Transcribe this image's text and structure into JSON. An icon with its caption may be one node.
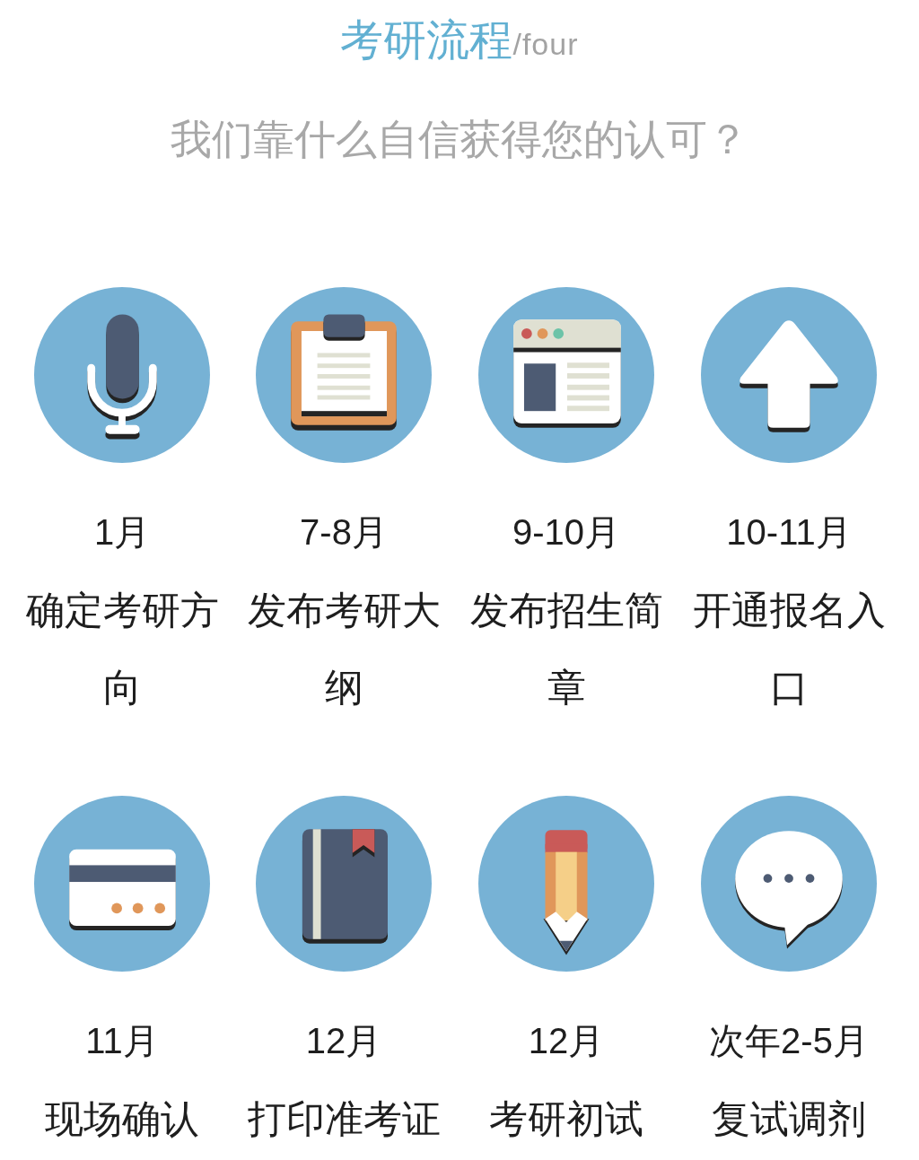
{
  "diagram": {
    "title": "考研流程",
    "labels": [
      "/four",
      "我们靠什么自信获得您的认可？"
    ],
    "nodes": [
      {
        "text": [],
        "shape": "picture",
        "beside": [
          "1月",
          "确定考研方向"
        ]
      },
      {
        "text": [],
        "shape": "picture",
        "beside": [
          "7-8月",
          "发布考研大纲"
        ]
      },
      {
        "text": [],
        "shape": "picture",
        "beside": [
          "9-10月",
          "发布招生简章"
        ]
      },
      {
        "text": [],
        "shape": "picture",
        "beside": [
          "10-11月",
          "开通报名入口"
        ]
      },
      {
        "text": [],
        "shape": "picture",
        "beside": [
          "11月",
          "现场确认"
        ]
      },
      {
        "text": [],
        "shape": "picture",
        "beside": [
          "12月",
          "打印准考证"
        ]
      },
      {
        "text": [],
        "shape": "picture",
        "beside": [
          "12月",
          "考研初试"
        ]
      },
      {
        "text": [],
        "shape": "picture",
        "beside": [
          "次年2-5月",
          "复试调剂"
        ]
      }
    ]
  }
}
